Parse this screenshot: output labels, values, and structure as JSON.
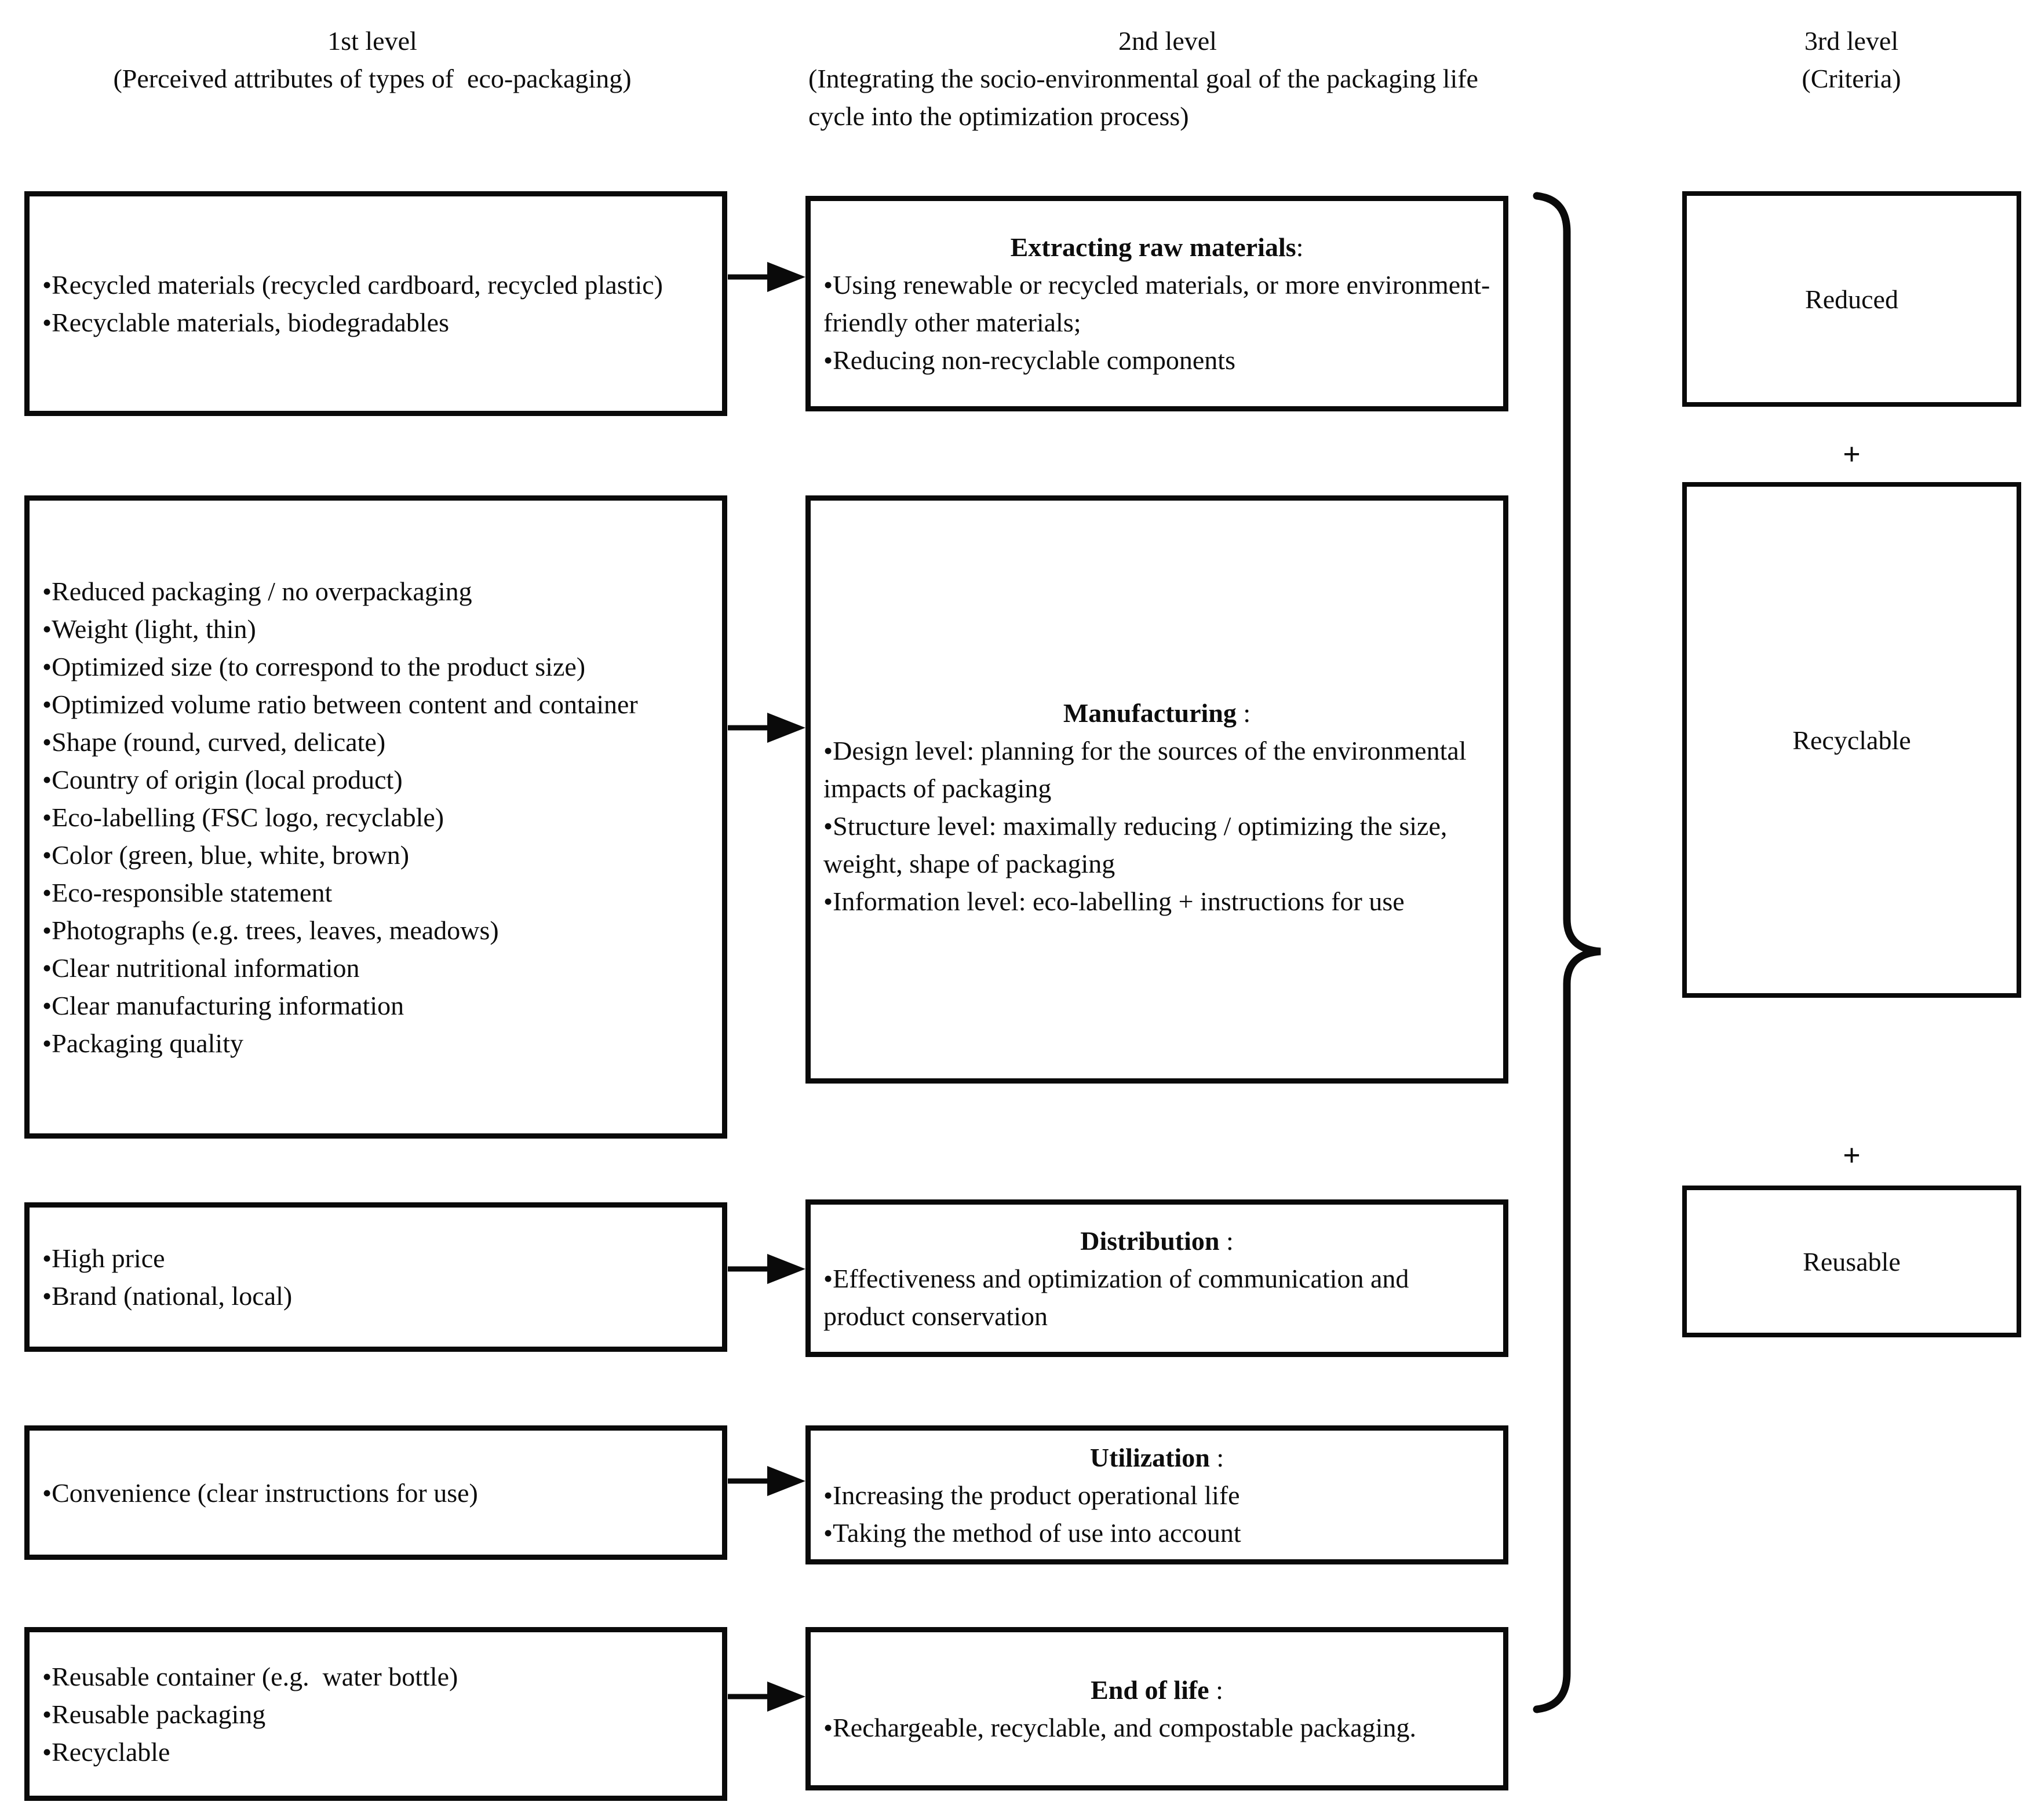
{
  "headers": {
    "col1": {
      "title": "1st level",
      "subtitle": "(Perceived attributes of types of  eco-packaging)"
    },
    "col2": {
      "title": "2nd level",
      "subtitle": "(Integrating the socio-environmental goal of the packaging life cycle into the optimization process)"
    },
    "col3": {
      "title": "3rd level",
      "subtitle": "(Criteria)"
    }
  },
  "col1_boxes": [
    {
      "items": [
        "Recycled materials (recycled cardboard, recycled plastic)",
        "Recyclable materials, biodegradables"
      ]
    },
    {
      "items": [
        "Reduced packaging / no overpackaging",
        "Weight (light, thin)",
        "Optimized size (to correspond to the product size)",
        "Optimized volume ratio between content and container",
        "Shape (round, curved, delicate)",
        "Country of origin (local product)",
        "Eco-labelling (FSC logo, recyclable)",
        "Color (green, blue, white, brown)",
        "Eco-responsible statement",
        "Photographs (e.g. trees, leaves, meadows)",
        "Clear nutritional information",
        "Clear manufacturing information",
        "Packaging quality"
      ]
    },
    {
      "items": [
        "High price",
        "Brand (national, local)"
      ]
    },
    {
      "items": [
        "Convenience (clear instructions for use)"
      ]
    },
    {
      "items": [
        "Reusable container (e.g.  water bottle)",
        "Reusable packaging",
        "Recyclable"
      ]
    }
  ],
  "col2_boxes": [
    {
      "heading": "Extracting raw materials",
      "heading_suffix": ":",
      "items": [
        "Using renewable or recycled materials, or more environment-friendly other materials;",
        "Reducing non-recyclable components"
      ]
    },
    {
      "heading": "Manufacturing",
      "heading_suffix": " :",
      "items": [
        "Design level: planning for the sources of the environmental impacts of packaging",
        "Structure level: maximally reducing / optimizing the size, weight, shape of packaging",
        "Information level: eco-labelling + instructions for use"
      ]
    },
    {
      "heading": "Distribution",
      "heading_suffix": " :",
      "items": [
        "Effectiveness and optimization of communication and product conservation"
      ]
    },
    {
      "heading": "Utilization",
      "heading_suffix": " :",
      "items": [
        "Increasing the product operational life",
        "Taking the method of use into account"
      ]
    },
    {
      "heading": "End of life",
      "heading_suffix": " :",
      "items": [
        "Rechargeable, recyclable, and compostable packaging."
      ]
    }
  ],
  "col3_boxes": [
    {
      "label": "Reduced"
    },
    {
      "label": "Recyclable"
    },
    {
      "label": "Reusable"
    }
  ],
  "plus_sign": "+",
  "colors": {
    "line": "#0a0a0a",
    "background": "#ffffff",
    "text": "#0d0d0d"
  }
}
